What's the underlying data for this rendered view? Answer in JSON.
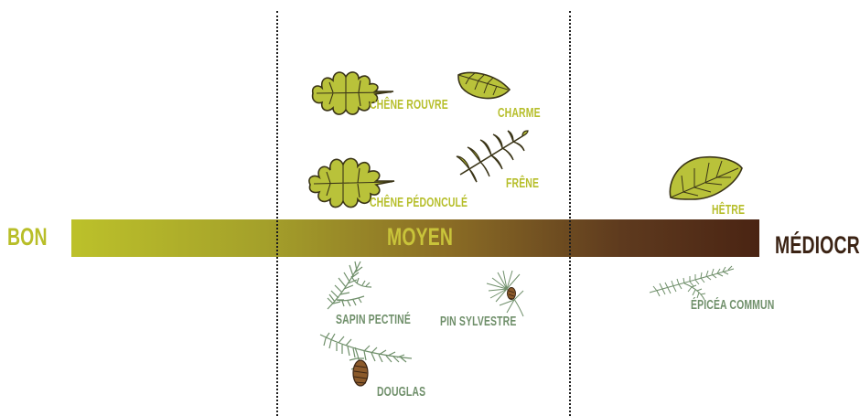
{
  "scale": {
    "left_label": "BON",
    "middle_label": "MOYEN",
    "right_label": "MÉDIOCRE"
  },
  "colors": {
    "bar_start": "#bcc12a",
    "bar_end": "#4a2413",
    "deciduous_text": "#b6be2a",
    "conifer_text": "#6f8f6a",
    "bon_text": "#b8be28",
    "mediocre_text": "#3b2314",
    "leaf_fill": "#b9c23a",
    "leaf_stroke": "#3a3417",
    "needle_color": "#6f8f6a"
  },
  "zones": {
    "moyen": {
      "deciduous": [
        "CHÊNE ROUVRE",
        "CHARME",
        "CHÊNE PÉDONCULÉ",
        "FRÊNE"
      ],
      "conifers": [
        "SAPIN PECTINÉ",
        "PIN SYLVESTRE",
        "DOUGLAS"
      ]
    },
    "mediocre": {
      "deciduous": [
        "HÊTRE"
      ],
      "conifers": [
        "ÉPICÉA COMMUN"
      ]
    }
  },
  "icons": [
    "oak-leaf-icon",
    "hornbeam-leaf-icon",
    "ash-leaf-icon",
    "beech-leaf-icon",
    "fir-branch-icon",
    "pine-branch-icon",
    "douglas-branch-icon",
    "spruce-branch-icon"
  ]
}
